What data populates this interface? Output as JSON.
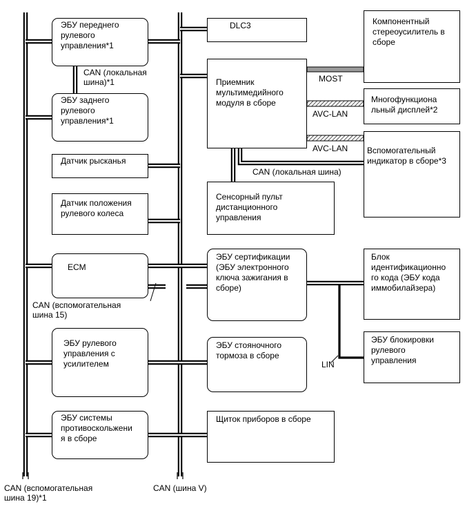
{
  "boxes": {
    "front_steer_ecu": "ЭБУ переднего\nрулевого\nуправления*1",
    "rear_steer_ecu": "ЭБУ заднего\nрулевого\nуправления*1",
    "yaw_sensor": "Датчик рысканья",
    "steer_angle_sensor": "Датчик положения\nрулевого колеса",
    "ecm": "ECM",
    "eps_ecu": "ЭБУ рулевого\nуправления с\nусилителем",
    "skid_control_ecu": "ЭБУ системы\nпротивоскольжени\nя в сборе",
    "dlc3": "DLC3",
    "multimedia_receiver": "Приемник\nмультимедийного\nмодуля в сборе",
    "touch_remote": "Сенсорный пульт\nдистанционного\nуправления",
    "certification_ecu": "ЭБУ сертификации\n(ЭБУ электронного\nключа зажигания в\nсборе)",
    "parking_brake": "ЭБУ стояночного\nтормоза в сборе",
    "combination_meter": "Щиток приборов в сборе",
    "stereo_amplifier": "Компонентный\nстереоусилитель в\nсборе",
    "multi_display": "Многофункциона\nльный дисплей*2",
    "aux_indicator": "Вспомогательный\nиндикатор в сборе*3",
    "id_code_box": "Блок\nидентификационно\nго кода (ЭБУ кода\nиммобилайзера)",
    "steering_lock_ecu": "ЭБУ блокировки\nрулевого\nуправления"
  },
  "labels": {
    "can_local_1": "CAN (локальная\nшина)*1",
    "most": "MOST",
    "avc_lan_1": "AVC-LAN",
    "avc_lan_2": "AVC-LAN",
    "can_local_2": "CAN (локальная шина)",
    "can_sub15": "CAN (вспомогательная\nшина 15)",
    "lin": "LIN",
    "bus19": "CAN (вспомогательная\nшина 19)*1",
    "bus_v": "CAN (шина V)"
  }
}
